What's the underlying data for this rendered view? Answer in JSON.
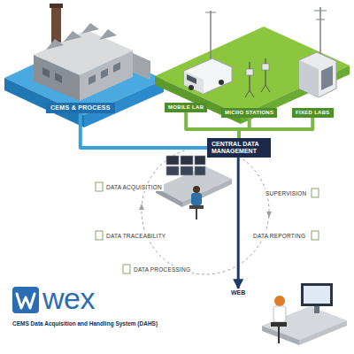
{
  "diagram": {
    "nodes": [
      {
        "text": [
          "CEMS & PROCESS"
        ]
      },
      {
        "text": [
          "MOBILE LAB"
        ]
      },
      {
        "text": [
          "MICRO STATIONS"
        ]
      },
      {
        "text": [
          "FIXED LABS"
        ]
      },
      {
        "text": [
          "CENTRAL DATA MANAGEMENT"
        ]
      },
      {
        "text": [
          "WEB"
        ]
      }
    ],
    "edges": [
      {
        "from": 0,
        "to": 4,
        "arrow": "none"
      },
      {
        "from": 1,
        "to": 4,
        "arrow": "none"
      },
      {
        "from": 2,
        "to": 4,
        "arrow": "none"
      },
      {
        "from": 3,
        "to": 4,
        "arrow": "none"
      },
      {
        "from": 4,
        "to": 5,
        "arrow": "to"
      }
    ],
    "labels": [
      "DATA ACQUISITION",
      "SUPERVISION",
      "DATA TRACEABILITY",
      "DATA REPORTING",
      "DATA PROCESSING",
      "wex",
      "CEMS Data Acquisition and Handling System (DAHS)"
    ]
  }
}
